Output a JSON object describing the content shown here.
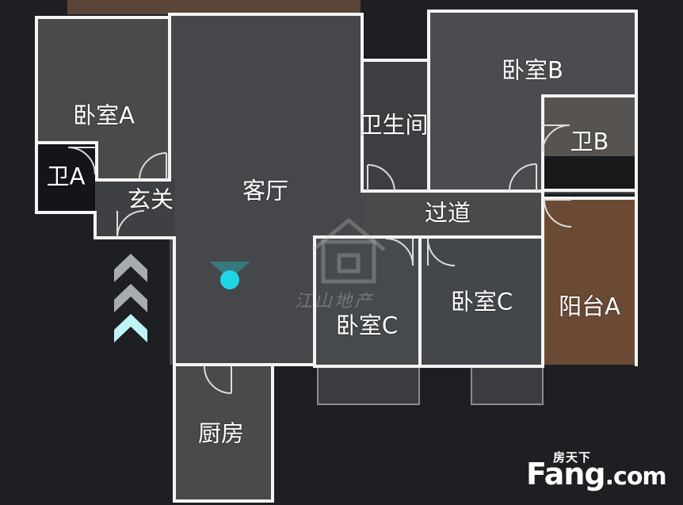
{
  "rooms": {
    "bedroom_a": "卧室A",
    "bath_a": "卫A",
    "foyer": "玄关",
    "living": "客厅",
    "bathroom": "卫生间",
    "bedroom_b": "卧室B",
    "bath_b": "卫B",
    "corridor": "过道",
    "bedroom_c1": "卧室C",
    "bedroom_c2": "卧室C",
    "balcony_a": "阳台A",
    "kitchen": "厨房"
  },
  "watermark": {
    "text": "江山地产"
  },
  "logo": {
    "top": "房天下",
    "main": "Fang",
    "suffix": ".com"
  },
  "colors": {
    "background": "#1e1f22",
    "floor": "#4a4c4e",
    "balcony_floor": "#6b4a35",
    "wall": "#f4f4f4",
    "locator": "#1fd6e6",
    "arrow": "#a9acae",
    "arrow_highlight": "#bff4f6"
  }
}
